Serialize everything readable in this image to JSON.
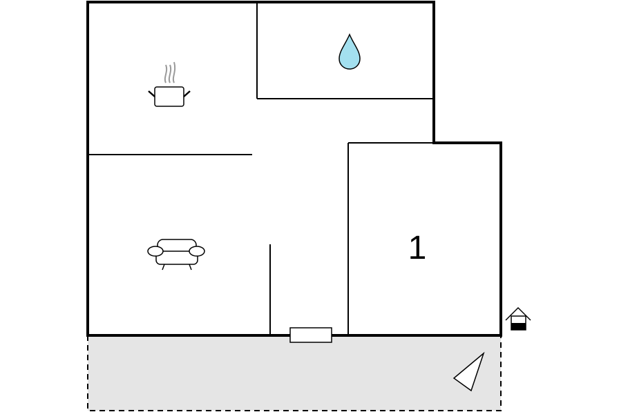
{
  "floorplan": {
    "rooms": [
      {
        "id": "kitchen",
        "icon": "cooking-pot-icon"
      },
      {
        "id": "bathroom",
        "icon": "water-drop-icon"
      },
      {
        "id": "living-room",
        "icon": "sofa-icon"
      },
      {
        "id": "bedroom",
        "label": "1"
      },
      {
        "id": "terrace",
        "icon": "compass-arrow-icon"
      }
    ],
    "entrance_icon": "house-entrance-icon",
    "colors": {
      "wall": "#000000",
      "terrace_fill": "#e5e5e5",
      "water_drop": "#a3e0ef",
      "steam": "#9a9a9a"
    }
  }
}
